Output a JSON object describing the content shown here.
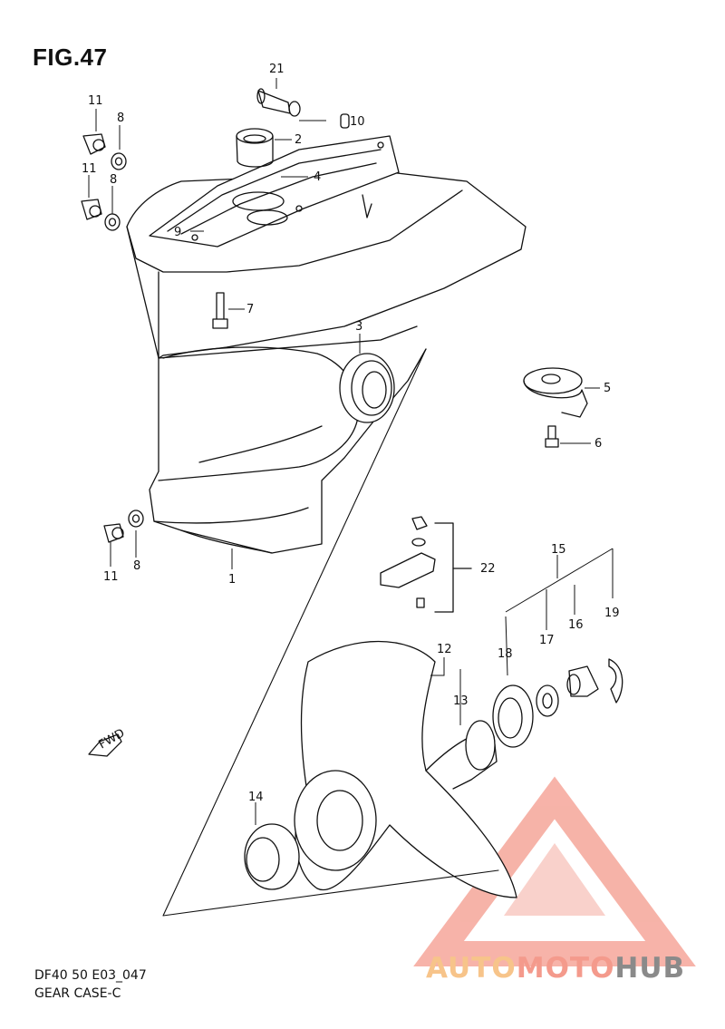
{
  "figure": {
    "title": "FIG.47",
    "code": "DF40 50 E03_047",
    "name": "GEAR CASE-C"
  },
  "parts": [
    {
      "ref": "21"
    },
    {
      "ref": "10"
    },
    {
      "ref": "2"
    },
    {
      "ref": "4"
    },
    {
      "ref": "11"
    },
    {
      "ref": "8"
    },
    {
      "ref": "11"
    },
    {
      "ref": "8"
    },
    {
      "ref": "9"
    },
    {
      "ref": "7"
    },
    {
      "ref": "3"
    },
    {
      "ref": "5"
    },
    {
      "ref": "6"
    },
    {
      "ref": "11"
    },
    {
      "ref": "8"
    },
    {
      "ref": "1"
    },
    {
      "ref": "22"
    },
    {
      "ref": "15"
    },
    {
      "ref": "16"
    },
    {
      "ref": "17"
    },
    {
      "ref": "18"
    },
    {
      "ref": "19"
    },
    {
      "ref": "12"
    },
    {
      "ref": "13"
    },
    {
      "ref": "14"
    }
  ],
  "fwd_arrow_label": "FWD",
  "watermark": {
    "brand_part1": "AUTO",
    "brand_part2": "MOTO",
    "brand_part3": "HUB",
    "colors": {
      "auto": "#f7c48a",
      "moto": "#f49a8c",
      "hub": "#8a8a8a",
      "logo": "#f49a8c"
    }
  }
}
